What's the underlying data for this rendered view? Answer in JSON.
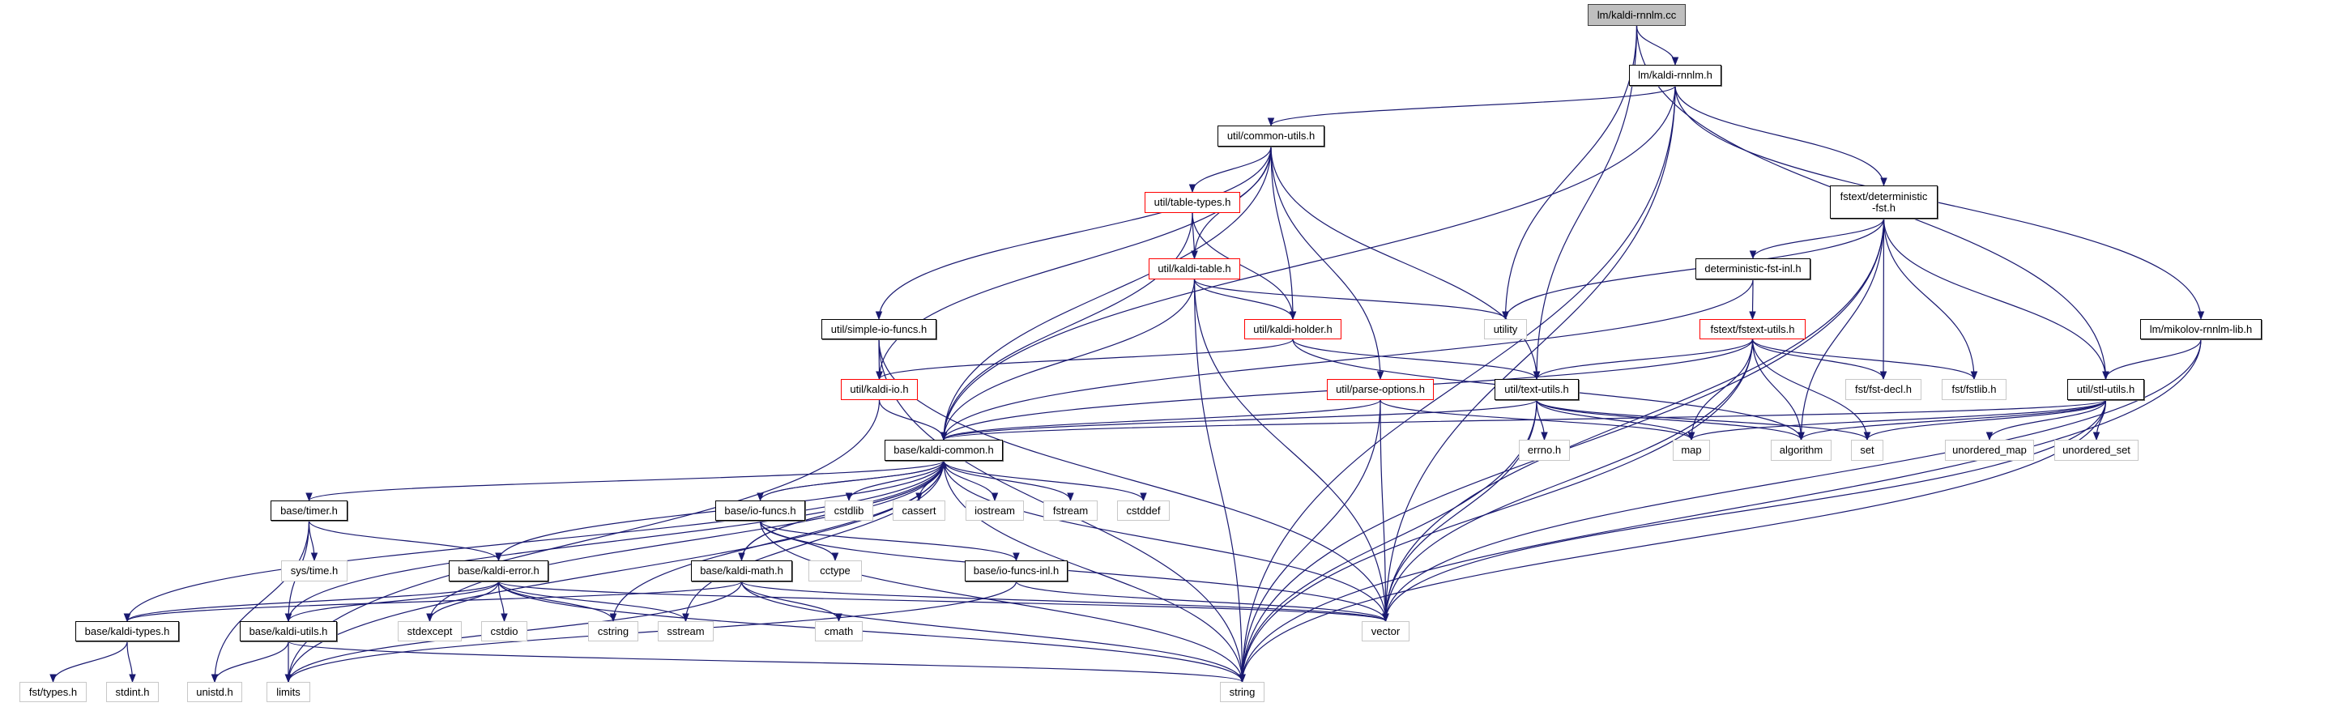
{
  "colors": {
    "edge": "#191970",
    "root_fill": "#bfbfbf",
    "incomplete_border": "#ff0000",
    "external_border": "#c8c8c8",
    "node_border": "#000000"
  },
  "nodes": [
    {
      "id": "root",
      "label": "lm/kaldi-rnnlm.cc",
      "kind": "root"
    },
    {
      "id": "rnnlm_h",
      "label": "lm/kaldi-rnnlm.h",
      "kind": "normal"
    },
    {
      "id": "common_utils",
      "label": "util/common-utils.h",
      "kind": "normal"
    },
    {
      "id": "det_fst",
      "label": "fstext/deterministic\n-fst.h",
      "kind": "normal"
    },
    {
      "id": "table_types",
      "label": "util/table-types.h",
      "kind": "red"
    },
    {
      "id": "kaldi_table",
      "label": "util/kaldi-table.h",
      "kind": "red"
    },
    {
      "id": "det_fst_inl",
      "label": "deterministic-fst-inl.h",
      "kind": "normal"
    },
    {
      "id": "simple_io",
      "label": "util/simple-io-funcs.h",
      "kind": "normal"
    },
    {
      "id": "kaldi_holder",
      "label": "util/kaldi-holder.h",
      "kind": "red"
    },
    {
      "id": "utility",
      "label": "utility",
      "kind": "gray"
    },
    {
      "id": "fstext_utils",
      "label": "fstext/fstext-utils.h",
      "kind": "red"
    },
    {
      "id": "mikolov",
      "label": "lm/mikolov-rnnlm-lib.h",
      "kind": "normal"
    },
    {
      "id": "kaldi_io",
      "label": "util/kaldi-io.h",
      "kind": "red"
    },
    {
      "id": "parse_options",
      "label": "util/parse-options.h",
      "kind": "red"
    },
    {
      "id": "text_utils",
      "label": "util/text-utils.h",
      "kind": "normal"
    },
    {
      "id": "fst_decl",
      "label": "fst/fst-decl.h",
      "kind": "gray"
    },
    {
      "id": "fstlib",
      "label": "fst/fstlib.h",
      "kind": "gray"
    },
    {
      "id": "stl_utils",
      "label": "util/stl-utils.h",
      "kind": "normal"
    },
    {
      "id": "kaldi_common",
      "label": "base/kaldi-common.h",
      "kind": "normal"
    },
    {
      "id": "errno",
      "label": "errno.h",
      "kind": "gray"
    },
    {
      "id": "map",
      "label": "map",
      "kind": "gray"
    },
    {
      "id": "algorithm",
      "label": "algorithm",
      "kind": "gray"
    },
    {
      "id": "set",
      "label": "set",
      "kind": "gray"
    },
    {
      "id": "unordered_map",
      "label": "unordered_map",
      "kind": "gray"
    },
    {
      "id": "unordered_set",
      "label": "unordered_set",
      "kind": "gray"
    },
    {
      "id": "timer",
      "label": "base/timer.h",
      "kind": "normal"
    },
    {
      "id": "io_funcs",
      "label": "base/io-funcs.h",
      "kind": "normal"
    },
    {
      "id": "cstdlib",
      "label": "cstdlib",
      "kind": "gray"
    },
    {
      "id": "cassert",
      "label": "cassert",
      "kind": "gray"
    },
    {
      "id": "iostream",
      "label": "iostream",
      "kind": "gray"
    },
    {
      "id": "fstream",
      "label": "fstream",
      "kind": "gray"
    },
    {
      "id": "cstddef",
      "label": "cstddef",
      "kind": "gray"
    },
    {
      "id": "systime",
      "label": "sys/time.h",
      "kind": "gray"
    },
    {
      "id": "kaldi_error",
      "label": "base/kaldi-error.h",
      "kind": "normal"
    },
    {
      "id": "kaldi_math",
      "label": "base/kaldi-math.h",
      "kind": "normal"
    },
    {
      "id": "cctype",
      "label": "cctype",
      "kind": "gray"
    },
    {
      "id": "io_funcs_inl",
      "label": "base/io-funcs-inl.h",
      "kind": "normal"
    },
    {
      "id": "kaldi_types",
      "label": "base/kaldi-types.h",
      "kind": "normal"
    },
    {
      "id": "kaldi_utils",
      "label": "base/kaldi-utils.h",
      "kind": "normal"
    },
    {
      "id": "stdexcept",
      "label": "stdexcept",
      "kind": "gray"
    },
    {
      "id": "cstdio",
      "label": "cstdio",
      "kind": "gray"
    },
    {
      "id": "cstring",
      "label": "cstring",
      "kind": "gray"
    },
    {
      "id": "sstream",
      "label": "sstream",
      "kind": "gray"
    },
    {
      "id": "cmath",
      "label": "cmath",
      "kind": "gray"
    },
    {
      "id": "vector",
      "label": "vector",
      "kind": "gray"
    },
    {
      "id": "fst_types",
      "label": "fst/types.h",
      "kind": "gray"
    },
    {
      "id": "stdint",
      "label": "stdint.h",
      "kind": "gray"
    },
    {
      "id": "unistd",
      "label": "unistd.h",
      "kind": "gray"
    },
    {
      "id": "limits",
      "label": "limits",
      "kind": "gray"
    },
    {
      "id": "string",
      "label": "string",
      "kind": "gray"
    }
  ],
  "edges": [
    [
      "root",
      "rnnlm_h"
    ],
    [
      "root",
      "utility"
    ],
    [
      "root",
      "text_utils"
    ],
    [
      "root",
      "stl_utils"
    ],
    [
      "rnnlm_h",
      "common_utils"
    ],
    [
      "rnnlm_h",
      "kaldi_common"
    ],
    [
      "rnnlm_h",
      "vector"
    ],
    [
      "rnnlm_h",
      "det_fst"
    ],
    [
      "rnnlm_h",
      "mikolov"
    ],
    [
      "rnnlm_h",
      "string"
    ],
    [
      "common_utils",
      "simple_io"
    ],
    [
      "common_utils",
      "kaldi_io"
    ],
    [
      "common_utils",
      "kaldi_common"
    ],
    [
      "common_utils",
      "table_types"
    ],
    [
      "common_utils",
      "kaldi_table"
    ],
    [
      "common_utils",
      "kaldi_holder"
    ],
    [
      "common_utils",
      "parse_options"
    ],
    [
      "common_utils",
      "text_utils"
    ],
    [
      "table_types",
      "kaldi_table"
    ],
    [
      "table_types",
      "kaldi_holder"
    ],
    [
      "table_types",
      "kaldi_common"
    ],
    [
      "kaldi_table",
      "kaldi_holder"
    ],
    [
      "kaldi_table",
      "utility"
    ],
    [
      "kaldi_table",
      "kaldi_common"
    ],
    [
      "kaldi_table",
      "vector"
    ],
    [
      "kaldi_table",
      "string"
    ],
    [
      "kaldi_holder",
      "kaldi_io"
    ],
    [
      "kaldi_holder",
      "text_utils"
    ],
    [
      "kaldi_holder",
      "algorithm"
    ],
    [
      "simple_io",
      "kaldi_io"
    ],
    [
      "simple_io",
      "vector"
    ],
    [
      "simple_io",
      "string"
    ],
    [
      "kaldi_io",
      "kaldi_common"
    ],
    [
      "kaldi_io",
      "limits"
    ],
    [
      "det_fst",
      "det_fst_inl"
    ],
    [
      "det_fst",
      "utility"
    ],
    [
      "det_fst",
      "vector"
    ],
    [
      "det_fst",
      "fst_decl"
    ],
    [
      "det_fst",
      "fstlib"
    ],
    [
      "det_fst",
      "stl_utils"
    ],
    [
      "det_fst",
      "algorithm"
    ],
    [
      "det_fst",
      "string"
    ],
    [
      "det_fst_inl",
      "fstext_utils"
    ],
    [
      "det_fst_inl",
      "kaldi_common"
    ],
    [
      "fstext_utils",
      "text_utils"
    ],
    [
      "fstext_utils",
      "kaldi_common"
    ],
    [
      "fstext_utils",
      "fst_decl"
    ],
    [
      "fstext_utils",
      "fstlib"
    ],
    [
      "fstext_utils",
      "map"
    ],
    [
      "fstext_utils",
      "algorithm"
    ],
    [
      "fstext_utils",
      "set"
    ],
    [
      "fstext_utils",
      "vector"
    ],
    [
      "fstext_utils",
      "string"
    ],
    [
      "mikolov",
      "stl_utils"
    ],
    [
      "mikolov",
      "vector"
    ],
    [
      "mikolov",
      "string"
    ],
    [
      "stl_utils",
      "kaldi_common"
    ],
    [
      "stl_utils",
      "map"
    ],
    [
      "stl_utils",
      "algorithm"
    ],
    [
      "stl_utils",
      "set"
    ],
    [
      "stl_utils",
      "unordered_map"
    ],
    [
      "stl_utils",
      "unordered_set"
    ],
    [
      "stl_utils",
      "vector"
    ],
    [
      "stl_utils",
      "string"
    ],
    [
      "parse_options",
      "kaldi_common"
    ],
    [
      "parse_options",
      "map"
    ],
    [
      "parse_options",
      "vector"
    ],
    [
      "parse_options",
      "string"
    ],
    [
      "text_utils",
      "kaldi_common"
    ],
    [
      "text_utils",
      "errno"
    ],
    [
      "text_utils",
      "map"
    ],
    [
      "text_utils",
      "algorithm"
    ],
    [
      "text_utils",
      "set"
    ],
    [
      "text_utils",
      "vector"
    ],
    [
      "text_utils",
      "string"
    ],
    [
      "kaldi_common",
      "cstdlib"
    ],
    [
      "kaldi_common",
      "cassert"
    ],
    [
      "kaldi_common",
      "iostream"
    ],
    [
      "kaldi_common",
      "fstream"
    ],
    [
      "kaldi_common",
      "cstddef"
    ],
    [
      "kaldi_common",
      "timer"
    ],
    [
      "kaldi_common",
      "kaldi_error"
    ],
    [
      "kaldi_common",
      "kaldi_types"
    ],
    [
      "kaldi_common",
      "kaldi_utils"
    ],
    [
      "kaldi_common",
      "io_funcs"
    ],
    [
      "kaldi_common",
      "kaldi_math"
    ],
    [
      "kaldi_common",
      "stdexcept"
    ],
    [
      "kaldi_common",
      "cstring"
    ],
    [
      "kaldi_common",
      "sstream"
    ],
    [
      "kaldi_common",
      "vector"
    ],
    [
      "kaldi_common",
      "string"
    ],
    [
      "kaldi_common",
      "limits"
    ],
    [
      "timer",
      "systime"
    ],
    [
      "timer",
      "kaldi_error"
    ],
    [
      "timer",
      "unistd"
    ],
    [
      "timer",
      "kaldi_utils"
    ],
    [
      "kaldi_error",
      "kaldi_types"
    ],
    [
      "kaldi_error",
      "kaldi_utils"
    ],
    [
      "kaldi_error",
      "stdexcept"
    ],
    [
      "kaldi_error",
      "cstdio"
    ],
    [
      "kaldi_error",
      "cstring"
    ],
    [
      "kaldi_error",
      "sstream"
    ],
    [
      "kaldi_error",
      "vector"
    ],
    [
      "kaldi_error",
      "string"
    ],
    [
      "io_funcs",
      "kaldi_common"
    ],
    [
      "io_funcs",
      "cctype"
    ],
    [
      "io_funcs",
      "io_funcs_inl"
    ],
    [
      "io_funcs",
      "vector"
    ],
    [
      "io_funcs",
      "string"
    ],
    [
      "io_funcs_inl",
      "vector"
    ],
    [
      "io_funcs_inl",
      "limits"
    ],
    [
      "kaldi_math",
      "kaldi_common"
    ],
    [
      "kaldi_math",
      "kaldi_types"
    ],
    [
      "kaldi_math",
      "cmath"
    ],
    [
      "kaldi_math",
      "limits"
    ],
    [
      "kaldi_math",
      "vector"
    ],
    [
      "kaldi_math",
      "string"
    ],
    [
      "kaldi_types",
      "fst_types"
    ],
    [
      "kaldi_types",
      "stdint"
    ],
    [
      "kaldi_utils",
      "unistd"
    ],
    [
      "kaldi_utils",
      "limits"
    ],
    [
      "kaldi_utils",
      "string"
    ]
  ]
}
